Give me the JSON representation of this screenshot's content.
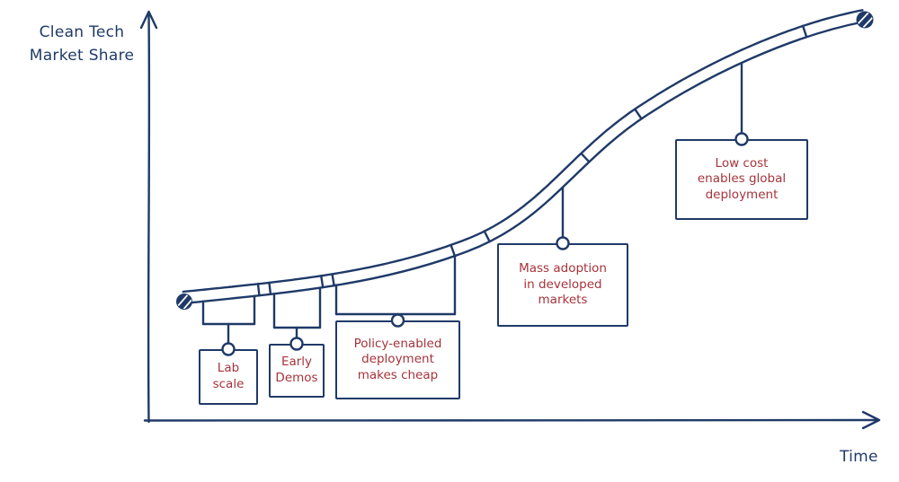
{
  "colors": {
    "ink": "#1f3a68",
    "label": "#a6333b",
    "background": "#ffffff"
  },
  "axes": {
    "y_label": "Clean Tech\nMarket Share",
    "x_label": "Time"
  },
  "curve": {
    "shape": "s-curve",
    "start_marker": "hatched-circle-icon",
    "end_marker": "hatched-circle-icon"
  },
  "callouts": [
    {
      "text": "Lab\nscale"
    },
    {
      "text": "Early\nDemos"
    },
    {
      "text": "Policy-enabled\ndeployment\nmakes cheap"
    },
    {
      "text": "Mass adoption\nin developed\nmarkets"
    },
    {
      "text": "Low cost\nenables global\ndeployment"
    }
  ]
}
